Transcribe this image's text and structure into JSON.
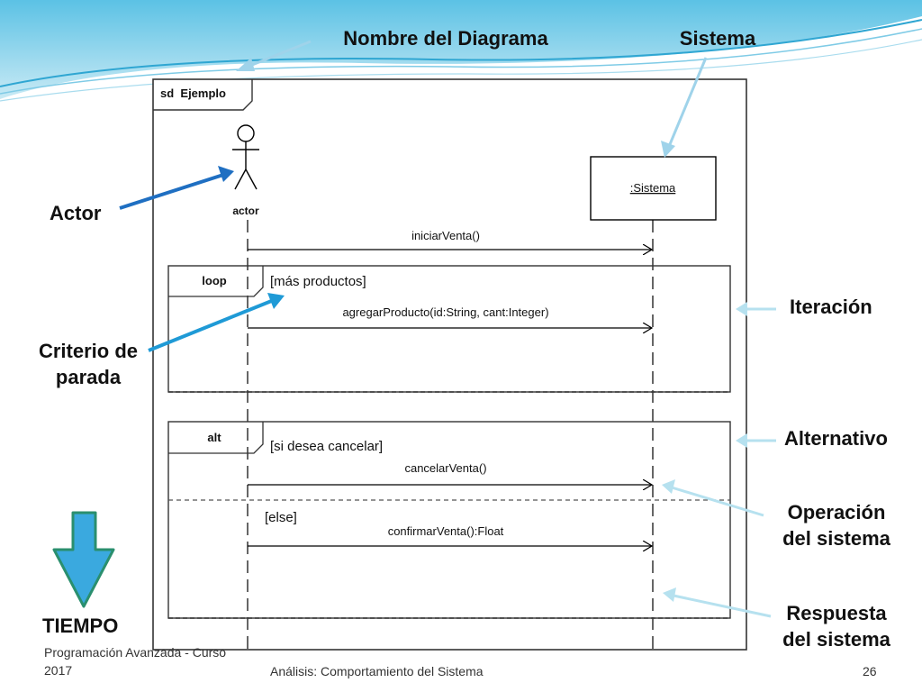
{
  "slide": {
    "diagram_frame_tag": "sd  Ejemplo",
    "lifelines": {
      "actor_label": "actor",
      "system_label": ":Sistema"
    },
    "messages": {
      "iniciar": "iniciarVenta()",
      "agregar": "agregarProducto(id:String, cant:Integer)",
      "cancelar": "cancelarVenta()",
      "confirmar": "confirmarVenta():Float"
    },
    "fragments": {
      "loop_tag": "loop",
      "loop_guard": "[más productos]",
      "alt_tag": "alt",
      "alt_guard": "[si desea cancelar]",
      "else_guard": "[else]"
    },
    "callouts": {
      "nombre_diagrama": "Nombre del Diagrama",
      "sistema": "Sistema",
      "actor": "Actor",
      "criterio_1": "Criterio de",
      "criterio_2": "parada",
      "iteracion": "Iteración",
      "alternativo": "Alternativo",
      "operacion_1": "Operación",
      "operacion_2": "del sistema",
      "respuesta_1": "Respuesta",
      "respuesta_2": "del sistema",
      "tiempo": "TIEMPO"
    },
    "footer": {
      "course_1": "Programación Avanzada - Curso",
      "course_2": "2017",
      "topic": "Análisis: Comportamiento del Sistema",
      "page": "26"
    },
    "colors": {
      "arrow_dark": "#1f6fc2",
      "arrow_light": "#9fd3ea",
      "time_arrow": "#3aa9df",
      "time_arrow_stroke": "#2a8f6e"
    }
  }
}
